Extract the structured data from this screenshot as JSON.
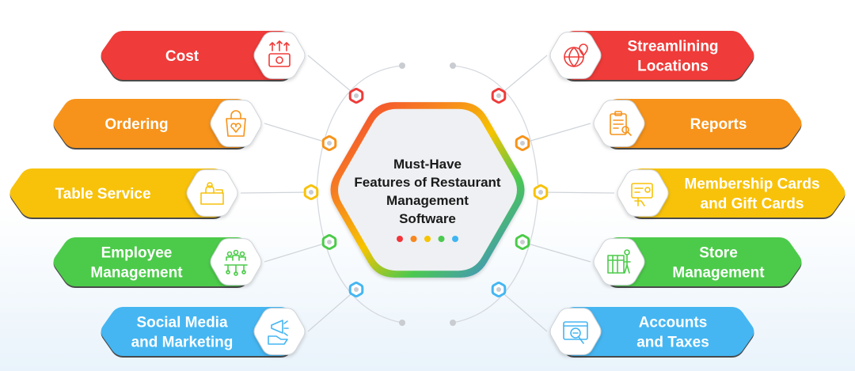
{
  "center": {
    "lines": [
      "Must-Have",
      "Features of Restaurant",
      "Management",
      "Software"
    ],
    "dot_colors": [
      "#f2353a",
      "#f7871e",
      "#f6c400",
      "#4cc94f",
      "#3fb4f2"
    ]
  },
  "features": [
    {
      "side": "left",
      "lines": [
        "Cost"
      ],
      "color": "#ef3b39",
      "icon": "money-growth-icon"
    },
    {
      "side": "left",
      "lines": [
        "Ordering"
      ],
      "color": "#f7931a",
      "icon": "shopping-bag-icon"
    },
    {
      "side": "left",
      "lines": [
        "Table Service"
      ],
      "color": "#f8c20a",
      "icon": "table-service-icon"
    },
    {
      "side": "left",
      "lines": [
        "Employee",
        "Management"
      ],
      "color": "#4ccb4a",
      "icon": "team-network-icon"
    },
    {
      "side": "left",
      "lines": [
        "Social Media",
        "and Marketing"
      ],
      "color": "#45b6f2",
      "icon": "megaphone-hand-icon"
    },
    {
      "side": "right",
      "lines": [
        "Streamlining",
        "Locations"
      ],
      "color": "#ef3b39",
      "icon": "globe-pin-icon"
    },
    {
      "side": "right",
      "lines": [
        "Reports"
      ],
      "color": "#f7931a",
      "icon": "report-clipboard-icon"
    },
    {
      "side": "right",
      "lines": [
        "Membership Cards",
        "and Gift Cards"
      ],
      "color": "#f8c20a",
      "icon": "membership-card-icon"
    },
    {
      "side": "right",
      "lines": [
        "Store",
        "Management"
      ],
      "color": "#4ccb4a",
      "icon": "store-icon"
    },
    {
      "side": "right",
      "lines": [
        "Accounts",
        "and Taxes"
      ],
      "color": "#45b6f2",
      "icon": "accounts-search-icon"
    }
  ]
}
